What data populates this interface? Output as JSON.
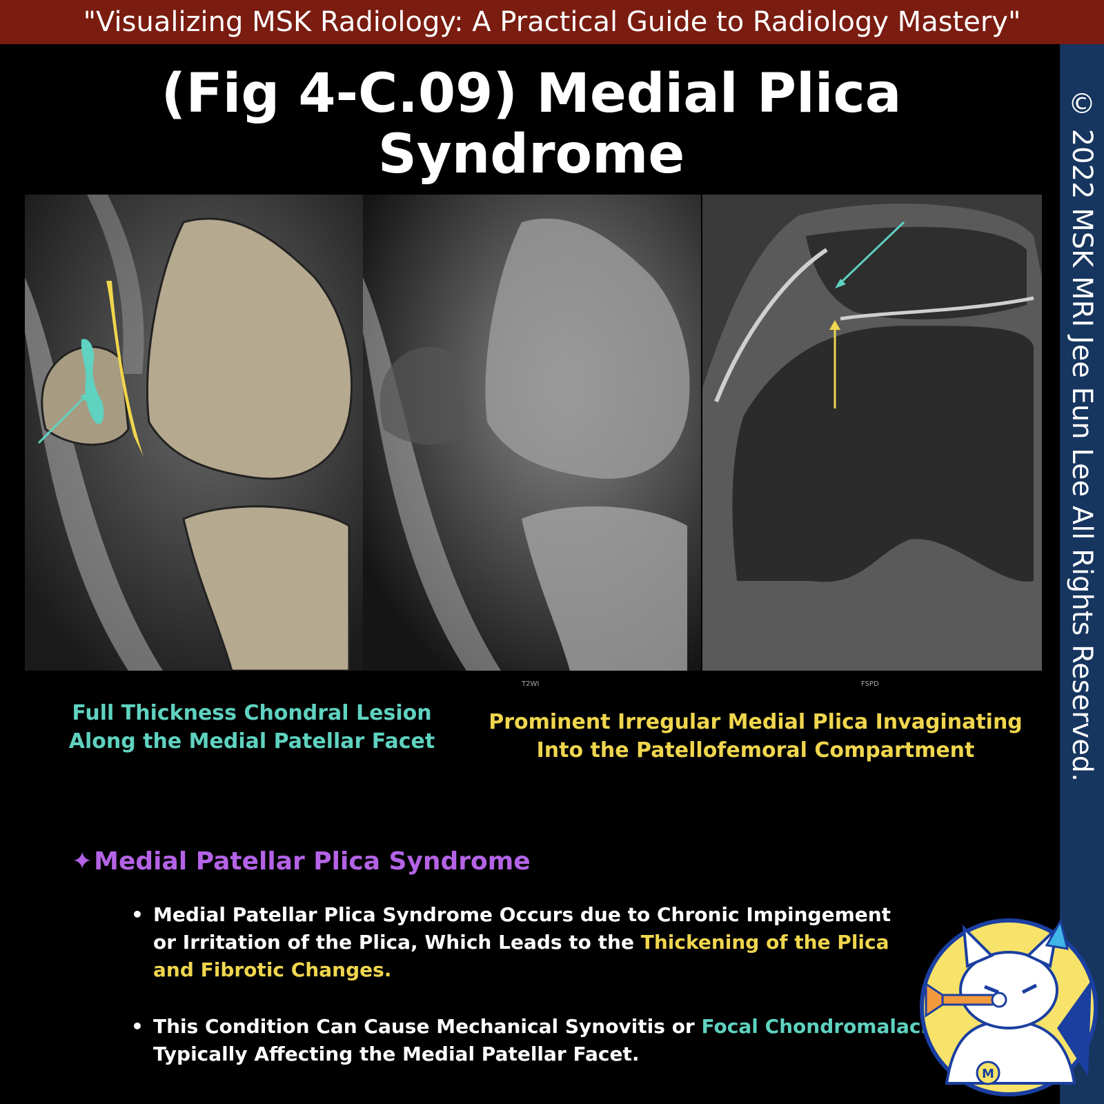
{
  "header": {
    "banner": "\"Visualizing MSK Radiology: A Practical Guide to Radiology Mastery\""
  },
  "sidebar": {
    "copyright": "© 2022 MSK MRI Jee Eun Lee All Rights Reserved."
  },
  "figure": {
    "title": "(Fig 4-C.09) Medial Plica Syndrome",
    "images": [
      {
        "sequence": ""
      },
      {
        "sequence": "T2WI"
      },
      {
        "sequence": "FSPD"
      }
    ],
    "caption_left": "Full Thickness Chondral Lesion Along the Medial Patellar Facet",
    "caption_right": "Prominent Irregular Medial Plica Invaginating Into the Patellofemoral Compartment"
  },
  "section": {
    "icon": "sparkle-icon",
    "icon_glyph": "✦",
    "heading": "Medial Patellar Plica Syndrome",
    "bullets": [
      {
        "marker": "•",
        "line1": "Medial Patellar Plica Syndrome Occurs due to Chronic Impingement",
        "line2_pre": "or Irritation of the Plica, Which Leads to the ",
        "line2_hl": "Thickening of the Plica",
        "line3_hl": "and Fibrotic Changes."
      },
      {
        "marker": "•",
        "line1_pre": "This Condition Can Cause Mechanical Synovitis or ",
        "line1_hl": "Focal Chondromalacia,",
        "line2": "Typically Affecting the Medial Patellar Facet."
      }
    ]
  },
  "colors": {
    "banner": "#7a1c10",
    "sidebar": "#16355f",
    "teal": "#5fd2c0",
    "yellow": "#f0d64e",
    "purple": "#b463e6"
  },
  "mascot": {
    "icon": "cat-mascot-trumpet-icon",
    "badge": "M"
  }
}
